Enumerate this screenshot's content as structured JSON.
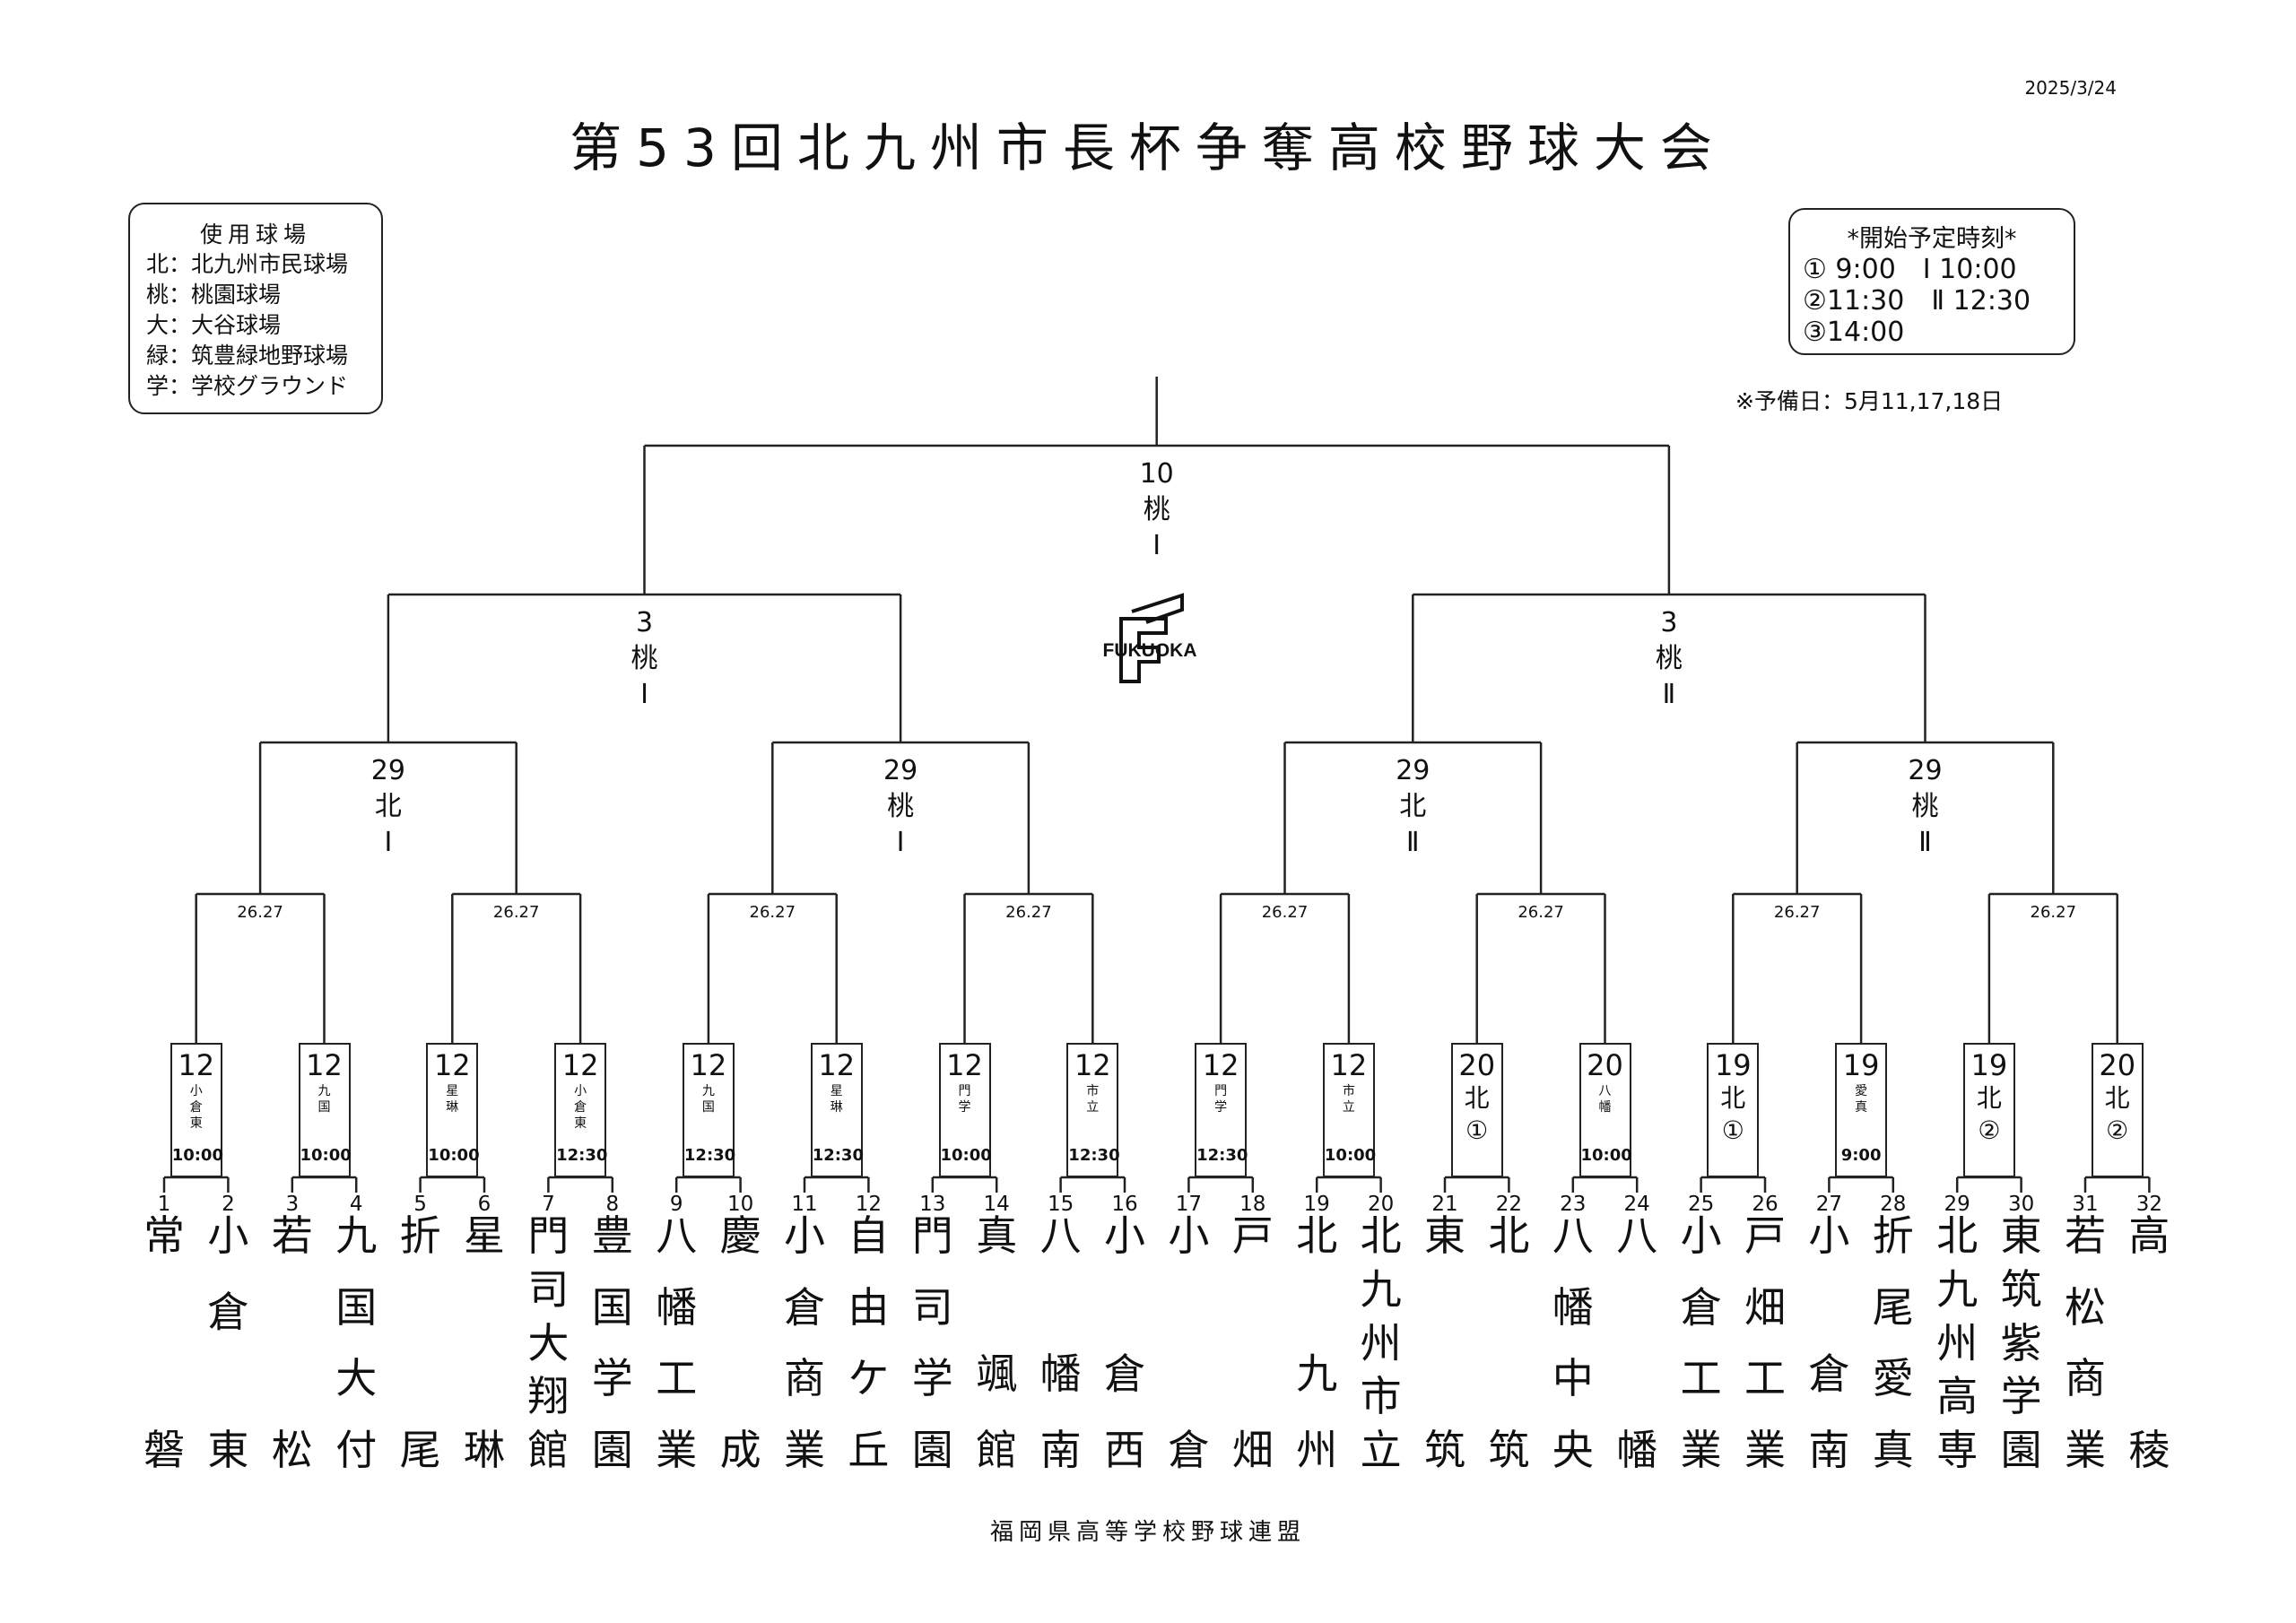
{
  "date": "2025/3/24",
  "title": "第53回北九州市長杯争奪高校野球大会",
  "venues": {
    "title": "使用球場",
    "items": [
      "北：北九州市民球場",
      "桃：桃園球場",
      "大：大谷球場",
      "緑：筑豊緑地野球場",
      "学：学校グラウンド"
    ]
  },
  "times": {
    "title": "*開始予定時刻*",
    "rows": [
      "① 9:00　Ⅰ 10:00",
      "②11:30　Ⅱ 12:30",
      "③14:00"
    ]
  },
  "reserve": "※予備日：5月11,17,18日",
  "logo_text": "FUKUOKA",
  "footer": "福岡県高等学校野球連盟",
  "final": {
    "lines": [
      "10",
      "桃",
      "Ⅰ"
    ]
  },
  "semis": [
    {
      "lines": [
        "3",
        "桃",
        "Ⅰ"
      ]
    },
    {
      "lines": [
        "3",
        "桃",
        "Ⅱ"
      ]
    }
  ],
  "quarters": [
    {
      "lines": [
        "29",
        "北",
        "Ⅰ"
      ]
    },
    {
      "lines": [
        "29",
        "桃",
        "Ⅰ"
      ]
    },
    {
      "lines": [
        "29",
        "北",
        "Ⅱ"
      ]
    },
    {
      "lines": [
        "29",
        "桃",
        "Ⅱ"
      ]
    }
  ],
  "round16": [
    "26.27",
    "26.27",
    "26.27",
    "26.27",
    "26.27",
    "26.27",
    "26.27",
    "26.27"
  ],
  "first_round": [
    {
      "num": "12",
      "venue": [
        "小",
        "倉",
        "東"
      ],
      "big": false,
      "time": "10:00"
    },
    {
      "num": "12",
      "venue": [
        "九",
        "国"
      ],
      "big": false,
      "time": "10:00"
    },
    {
      "num": "12",
      "venue": [
        "星",
        "琳"
      ],
      "big": false,
      "time": "10:00"
    },
    {
      "num": "12",
      "venue": [
        "小",
        "倉",
        "東"
      ],
      "big": false,
      "time": "12:30"
    },
    {
      "num": "12",
      "venue": [
        "九",
        "国"
      ],
      "big": false,
      "time": "12:30"
    },
    {
      "num": "12",
      "venue": [
        "星",
        "琳"
      ],
      "big": false,
      "time": "12:30"
    },
    {
      "num": "12",
      "venue": [
        "門",
        "学"
      ],
      "big": false,
      "time": "10:00"
    },
    {
      "num": "12",
      "venue": [
        "市",
        "立"
      ],
      "big": false,
      "time": "12:30"
    },
    {
      "num": "12",
      "venue": [
        "門",
        "学"
      ],
      "big": false,
      "time": "12:30"
    },
    {
      "num": "12",
      "venue": [
        "市",
        "立"
      ],
      "big": false,
      "time": "10:00"
    },
    {
      "num": "20",
      "venue": [
        "北",
        "①"
      ],
      "big": true,
      "time": ""
    },
    {
      "num": "20",
      "venue": [
        "八",
        "幡"
      ],
      "big": false,
      "time": "10:00"
    },
    {
      "num": "19",
      "venue": [
        "北",
        "①"
      ],
      "big": true,
      "time": ""
    },
    {
      "num": "19",
      "venue": [
        "愛",
        "真"
      ],
      "big": false,
      "time": "9:00"
    },
    {
      "num": "19",
      "venue": [
        "北",
        "②"
      ],
      "big": true,
      "time": ""
    },
    {
      "num": "20",
      "venue": [
        "北",
        "②"
      ],
      "big": true,
      "time": ""
    }
  ],
  "teams": [
    {
      "num": "1",
      "chars": [
        "常",
        "",
        "",
        "磐"
      ]
    },
    {
      "num": "2",
      "chars": [
        "小",
        "倉",
        "",
        "東"
      ]
    },
    {
      "num": "3",
      "chars": [
        "若",
        "",
        "",
        "松"
      ]
    },
    {
      "num": "4",
      "chars": [
        "九",
        "国",
        "大",
        "付"
      ]
    },
    {
      "num": "5",
      "chars": [
        "折",
        "",
        "",
        "尾"
      ]
    },
    {
      "num": "6",
      "chars": [
        "星",
        "",
        "",
        "琳"
      ]
    },
    {
      "num": "7",
      "chars": [
        "門",
        "司",
        "大",
        "翔",
        "館"
      ]
    },
    {
      "num": "8",
      "chars": [
        "豊",
        "国",
        "学",
        "園"
      ]
    },
    {
      "num": "9",
      "chars": [
        "八",
        "幡",
        "工",
        "業"
      ]
    },
    {
      "num": "10",
      "chars": [
        "慶",
        "",
        "",
        "成"
      ]
    },
    {
      "num": "11",
      "chars": [
        "小",
        "倉",
        "商",
        "業"
      ]
    },
    {
      "num": "12",
      "chars": [
        "自",
        "由",
        "ケ",
        "丘"
      ]
    },
    {
      "num": "13",
      "chars": [
        "門",
        "司",
        "学",
        "園"
      ]
    },
    {
      "num": "14",
      "chars": [
        "真",
        "",
        "颯",
        "館"
      ]
    },
    {
      "num": "15",
      "chars": [
        "八",
        "",
        "幡",
        "南"
      ]
    },
    {
      "num": "16",
      "chars": [
        "小",
        "",
        "倉",
        "西"
      ]
    },
    {
      "num": "17",
      "chars": [
        "小",
        "",
        "",
        "倉"
      ]
    },
    {
      "num": "18",
      "chars": [
        "戸",
        "",
        "",
        "畑"
      ]
    },
    {
      "num": "19",
      "chars": [
        "北",
        "",
        "九",
        "州"
      ]
    },
    {
      "num": "20",
      "chars": [
        "北",
        "九",
        "州",
        "市",
        "立"
      ]
    },
    {
      "num": "21",
      "chars": [
        "東",
        "",
        "",
        "筑"
      ]
    },
    {
      "num": "22",
      "chars": [
        "北",
        "",
        "",
        "筑"
      ]
    },
    {
      "num": "23",
      "chars": [
        "八",
        "幡",
        "中",
        "央"
      ]
    },
    {
      "num": "24",
      "chars": [
        "八",
        "",
        "",
        "幡"
      ]
    },
    {
      "num": "25",
      "chars": [
        "小",
        "倉",
        "工",
        "業"
      ]
    },
    {
      "num": "26",
      "chars": [
        "戸",
        "畑",
        "工",
        "業"
      ]
    },
    {
      "num": "27",
      "chars": [
        "小",
        "",
        "倉",
        "南"
      ]
    },
    {
      "num": "28",
      "chars": [
        "折",
        "尾",
        "愛",
        "真"
      ]
    },
    {
      "num": "29",
      "chars": [
        "北",
        "九",
        "州",
        "高",
        "専"
      ]
    },
    {
      "num": "30",
      "chars": [
        "東",
        "筑",
        "紫",
        "学",
        "園"
      ]
    },
    {
      "num": "31",
      "chars": [
        "若",
        "松",
        "商",
        "業"
      ]
    },
    {
      "num": "32",
      "chars": [
        "高",
        "",
        "",
        "稜"
      ]
    }
  ]
}
